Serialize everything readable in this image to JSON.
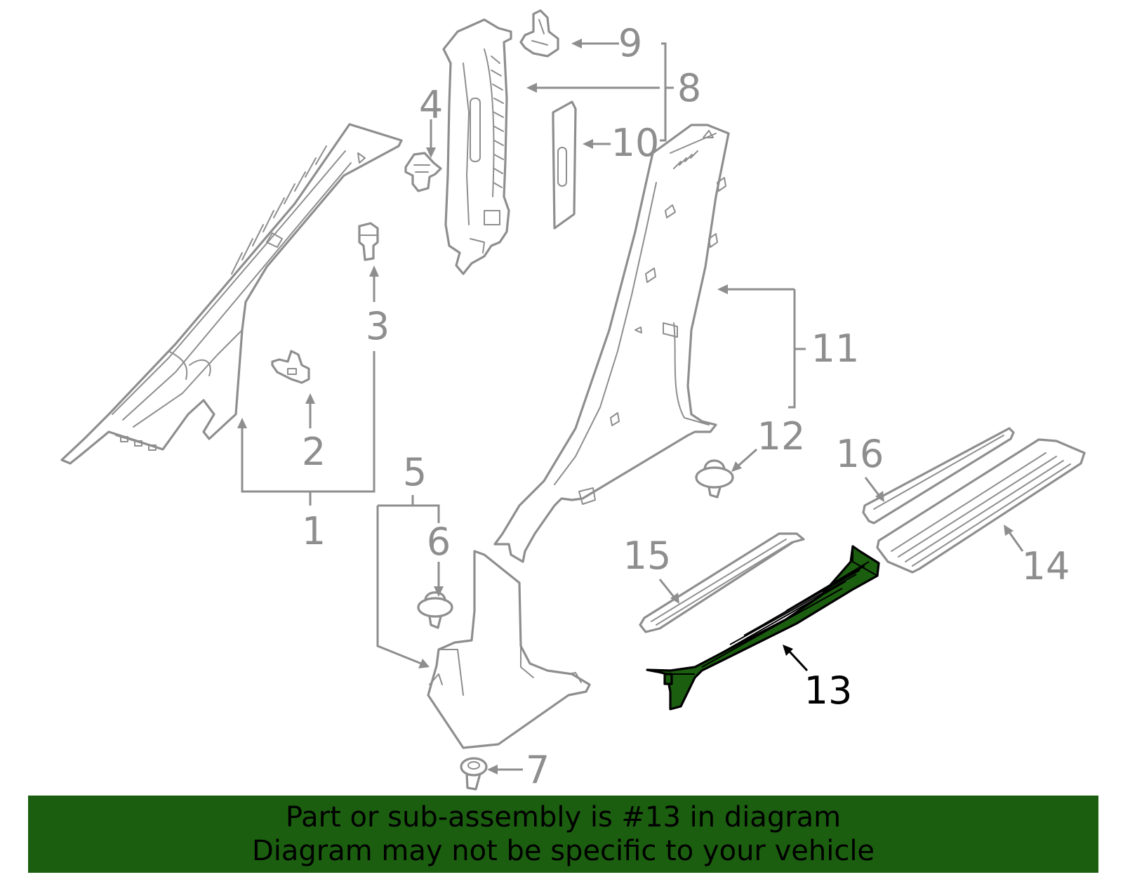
{
  "diagram": {
    "callouts": {
      "c1": "1",
      "c2": "2",
      "c3": "3",
      "c4": "4",
      "c5": "5",
      "c6": "6",
      "c7": "7",
      "c8": "8",
      "c9": "9",
      "c10": "10",
      "c11": "11",
      "c12": "12",
      "c13": "13",
      "c14": "14",
      "c15": "15",
      "c16": "16"
    },
    "highlighted_part": "13",
    "highlight_color": "#1b5e0f",
    "line_color": "#8e8e8e"
  },
  "banner": {
    "line1": "Part or sub-assembly is #13 in diagram",
    "line2": "Diagram may not be specific to your vehicle",
    "background": "#1b5e0f"
  }
}
